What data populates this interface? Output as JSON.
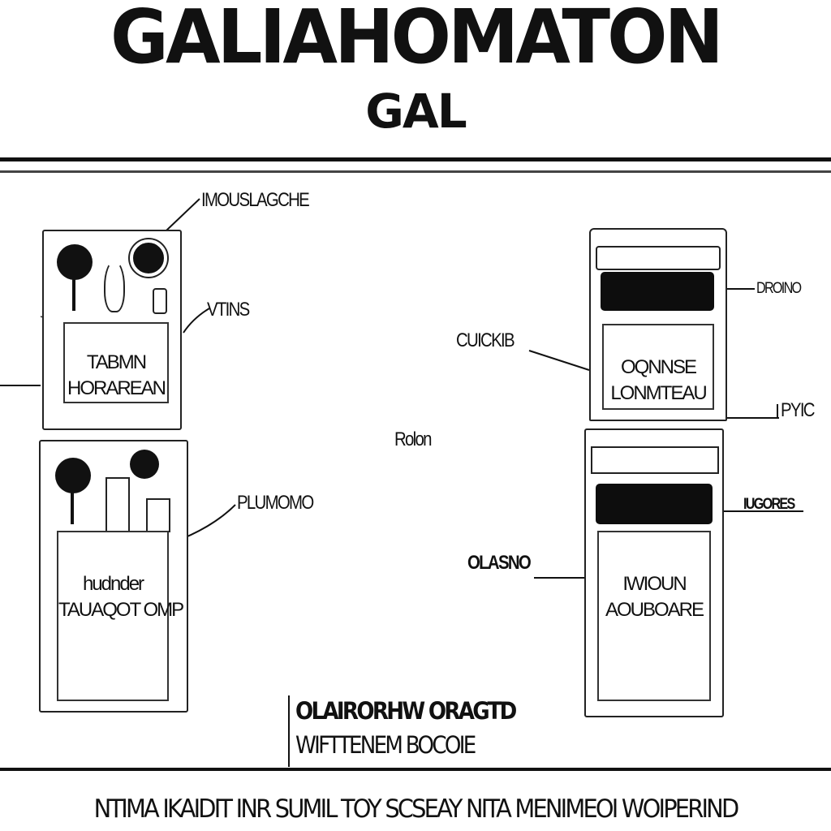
{
  "header": {
    "title": "GALIAHOMATON",
    "subtitle": "GAL"
  },
  "left_top_unit": {
    "callout_top": "IMOUSLAGCHE",
    "callout_side": "VTINS",
    "panel_lines": [
      "TABMN",
      "HORAREAN"
    ]
  },
  "left_bottom_unit": {
    "callout_side": "PLUMOMO",
    "panel_lines": [
      "hudnder",
      "TAUAQOT OMP"
    ]
  },
  "center_label": "Rolon",
  "right_top_unit": {
    "callout_left": "CUICKIB",
    "callout_display": "DROINO",
    "callout_side": "PYIC",
    "panel_lines": [
      "OQNNSE",
      "LONMTEAU"
    ]
  },
  "right_bottom_unit": {
    "callout_left": "OLASNO",
    "callout_display": "IUGORES",
    "panel_lines": [
      "IWIOUN",
      "AOUBOARE"
    ]
  },
  "notes": {
    "line1": "OLAIRORHW ORAGTD",
    "line2": "WIFTTENEM BOCOIE"
  },
  "footer": {
    "text": "NTIMA IKAIDIT INR SUMIL TOY SCSEAY NITA MENIMEOI WOIPERIND"
  }
}
